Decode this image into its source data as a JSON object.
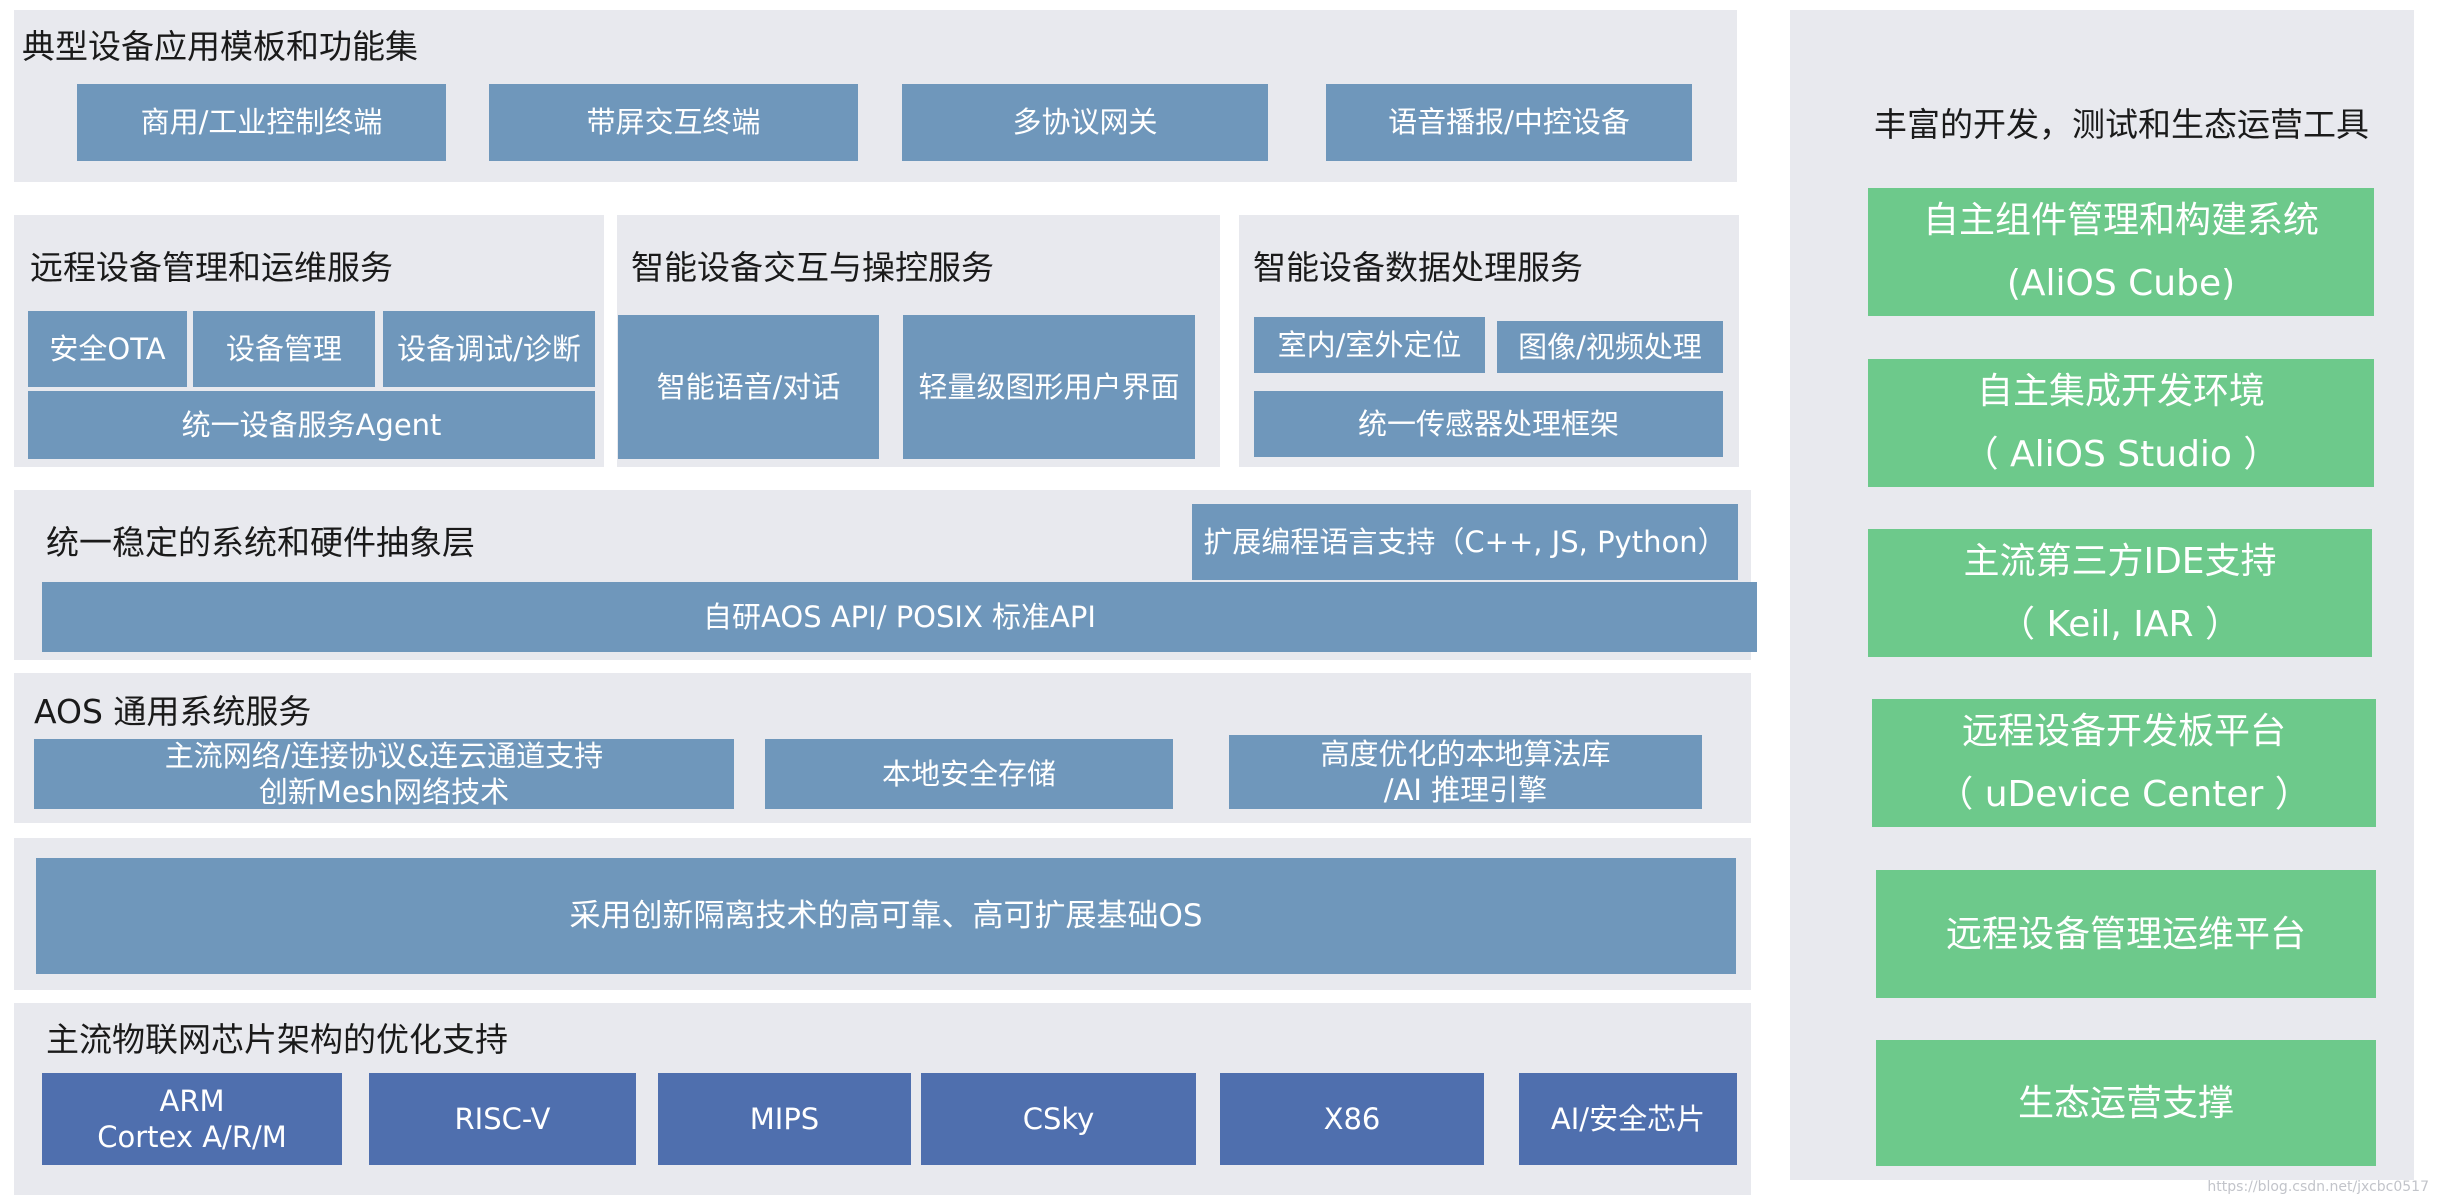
{
  "templates": {
    "title": "典型设备应用模板和功能集",
    "items": [
      "商用/工业控制终端",
      "带屏交互终端",
      "多协议网关",
      "语音播报/中控设备"
    ]
  },
  "remote_service": {
    "title": "远程设备管理和运维服务",
    "items": [
      "安全OTA",
      "设备管理",
      "设备调试/诊断",
      "统一设备服务Agent"
    ]
  },
  "interaction_service": {
    "title": "智能设备交互与操控服务",
    "items": [
      "智能语音/对话",
      "轻量级图形用户界面"
    ]
  },
  "data_service": {
    "title": "智能设备数据处理服务",
    "items": [
      "室内/室外定位",
      "图像/视频处理",
      "统一传感器处理框架"
    ]
  },
  "abstraction": {
    "title": "统一稳定的系统和硬件抽象层",
    "lang": "扩展编程语言支持（C++, JS, Python）",
    "api": "自研AOS API/ POSIX 标准API"
  },
  "aos_services": {
    "title": "AOS 通用系统服务",
    "network": [
      "主流网络/连接协议&连云通道支持",
      "创新Mesh网络技术"
    ],
    "storage": "本地安全存储",
    "algo": [
      "高度优化的本地算法库",
      "/AI 推理引擎"
    ]
  },
  "base_os": {
    "label": "采用创新隔离技术的高可靠、高可扩展基础OS"
  },
  "chips": {
    "title": "主流物联网芯片架构的优化支持",
    "arm": [
      "ARM",
      "Cortex A/R/M"
    ],
    "items": [
      "RISC-V",
      "MIPS",
      "CSky",
      "X86",
      "AI/安全芯片"
    ]
  },
  "tools": {
    "title": "丰富的开发，测试和生态运营工具",
    "items": [
      {
        "line1": "自主组件管理和构建系统",
        "line2": "(AliOS Cube)"
      },
      {
        "line1": "自主集成开发环境",
        "line2": "（ AliOS Studio ）"
      },
      {
        "line1": "主流第三方IDE支持",
        "line2": "（ Keil, IAR ）"
      },
      {
        "line1": "远程设备开发板平台",
        "line2": "（ uDevice Center ）"
      },
      {
        "line1": "远程设备管理运维平台",
        "line2": ""
      },
      {
        "line1": "生态运营支撑",
        "line2": ""
      }
    ]
  },
  "watermark": "https://blog.csdn.net/jxcbc0517"
}
